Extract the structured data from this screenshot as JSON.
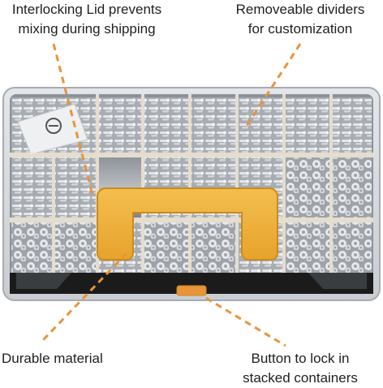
{
  "callouts": {
    "lid": {
      "line1": "Interlocking Lid prevents",
      "line2": "mixing during shipping"
    },
    "dividers": {
      "line1": "Removeable dividers",
      "line2": "for customization"
    },
    "material": {
      "line1": "Durable material"
    },
    "button": {
      "line1": "Button to lock in",
      "line2": "stacked containers"
    }
  },
  "product": {
    "compartments": {
      "rows": 3,
      "columns": 8
    },
    "contents": [
      "screws",
      "bolts",
      "nuts",
      "washers"
    ]
  },
  "colors": {
    "accent": "#E8943A",
    "handle": "#F1B33A",
    "handle_edge": "#C98B1E",
    "case_frame": "#D6D9DD",
    "divider": "#EDE4D3",
    "base": "#1B1B1B",
    "text": "#1F1F1F"
  },
  "icons": {
    "hardware": "hardware-pile-icon",
    "label": "product-label-icon"
  }
}
